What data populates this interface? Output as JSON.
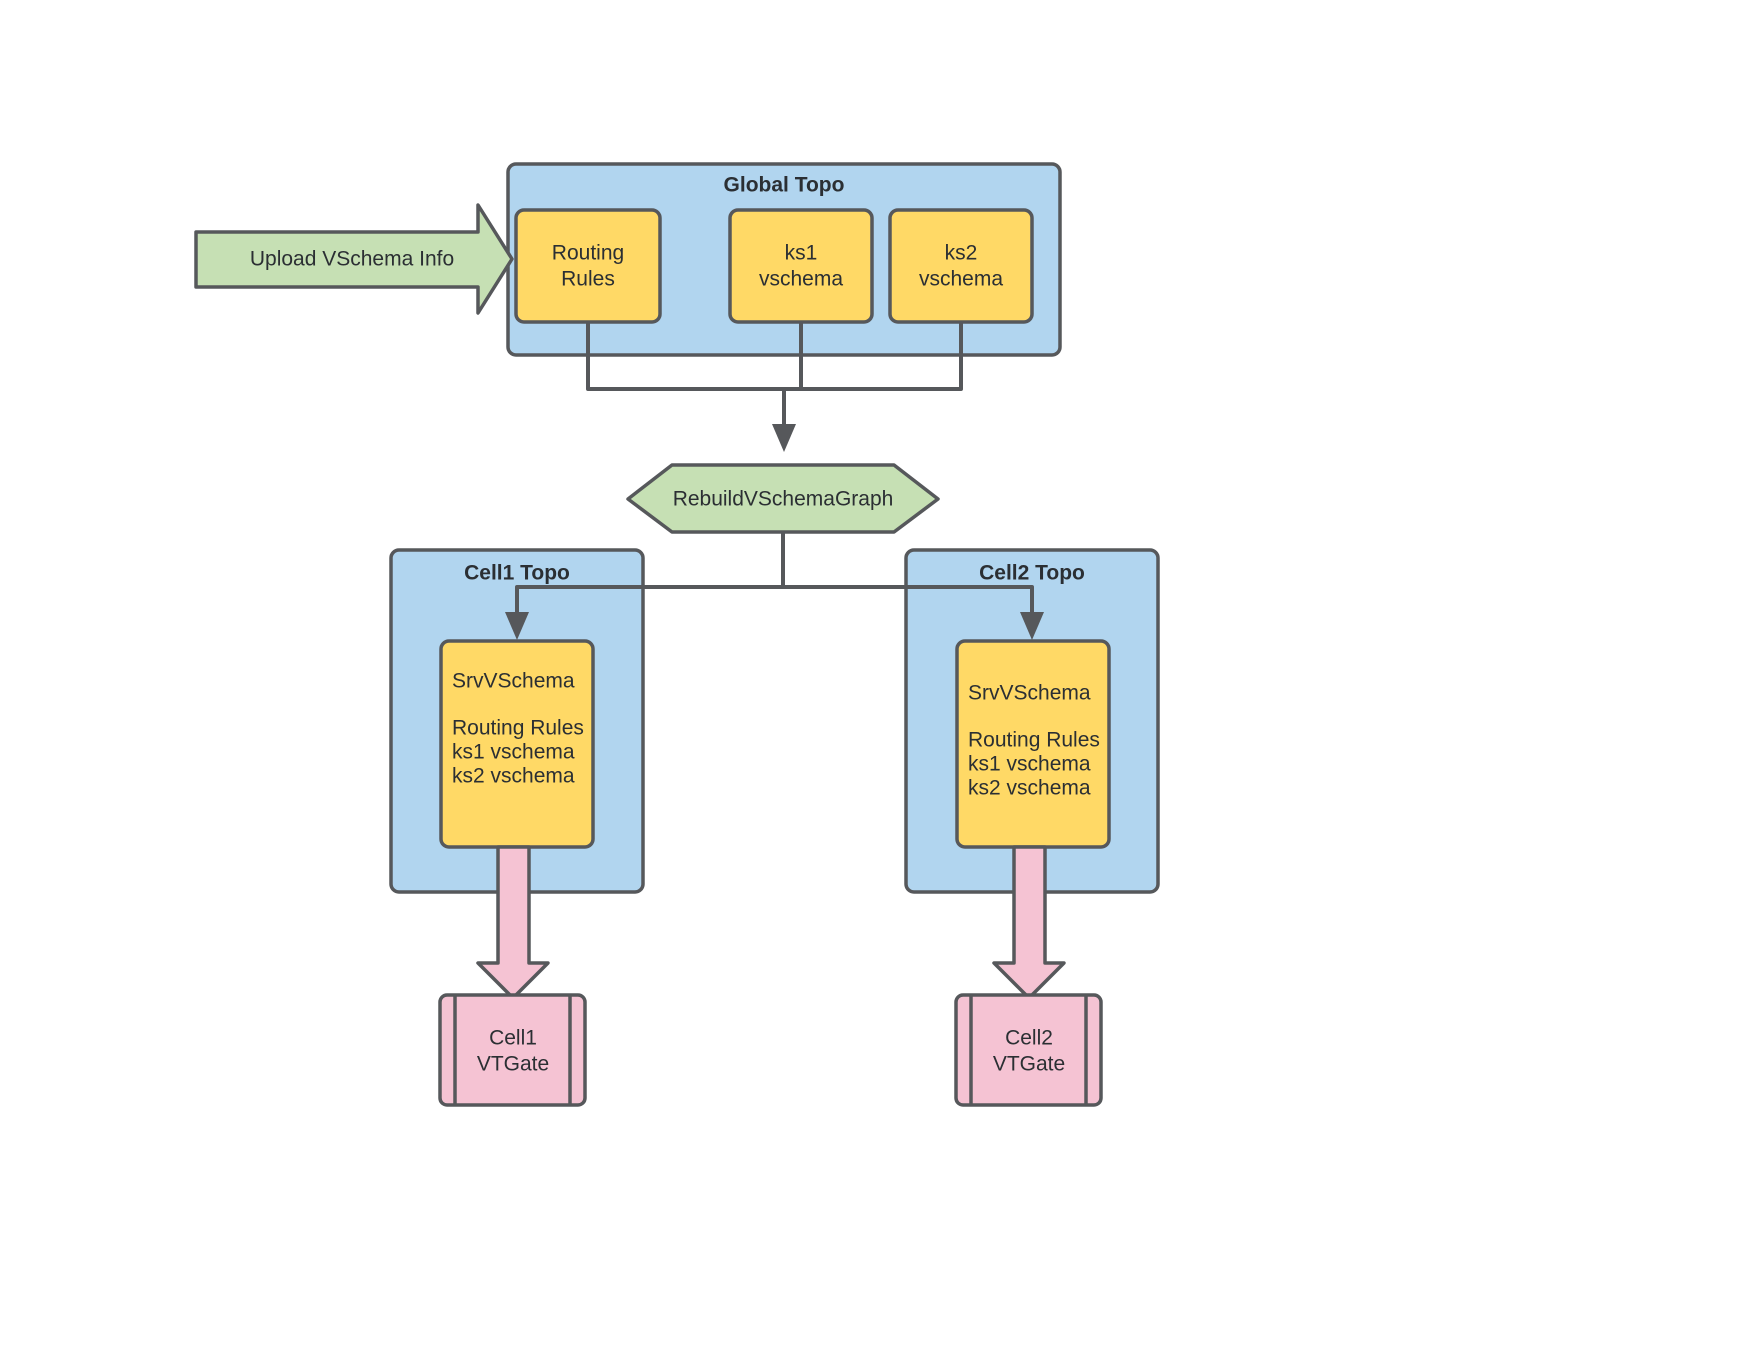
{
  "diagram": {
    "title_hidden": "Vitess VSchema rebuild flow",
    "colors": {
      "topo_fill": "#b1d5ef",
      "node_fill": "#ffd966",
      "process_fill": "#c6e0b4",
      "vtgate_fill": "#f5c3d3",
      "stroke": "#56585b",
      "text": "#2b2f33",
      "background": "#ffffff"
    },
    "input_arrow": {
      "label": "Upload VSchema Info",
      "icon": "right-arrow-icon"
    },
    "global_topo": {
      "title": "Global Topo",
      "nodes": [
        {
          "id": "routing-rules",
          "lines": [
            "Routing",
            "Rules"
          ]
        },
        {
          "id": "ks1-vschema",
          "lines": [
            "ks1",
            "vschema"
          ]
        },
        {
          "id": "ks2-vschema",
          "lines": [
            "ks2",
            "vschema"
          ]
        }
      ]
    },
    "process": {
      "label": "RebuildVSchemaGraph",
      "shape": "hexagon"
    },
    "cells": [
      {
        "id": "cell1",
        "title": "Cell1 Topo",
        "srv": {
          "heading": "SrvVSchema",
          "items": [
            "Routing Rules",
            "ks1 vschema",
            "ks2 vschema"
          ]
        },
        "vtgate": {
          "lines": [
            "Cell1",
            "VTGate"
          ]
        }
      },
      {
        "id": "cell2",
        "title": "Cell2 Topo",
        "srv": {
          "heading": "SrvVSchema",
          "items": [
            "Routing Rules",
            "ks1 vschema",
            "ks2 vschema"
          ]
        },
        "vtgate": {
          "lines": [
            "Cell2",
            "VTGate"
          ]
        }
      }
    ]
  }
}
